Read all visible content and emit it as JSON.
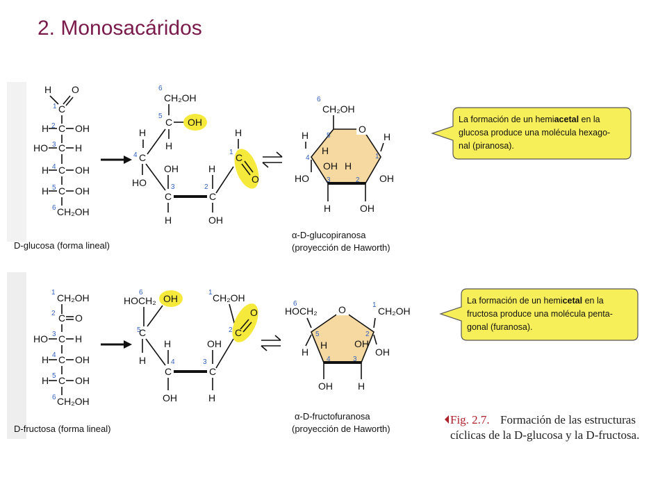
{
  "title": "2. Monosacáridos",
  "glucose": {
    "linear_caption": "D-glucosa (forma lineal)",
    "cyclic_caption_1": "α-D-glucopiranosa",
    "cyclic_caption_2": "(proyección de Haworth)",
    "note_lines": [
      [
        "La formación de un hemi",
        "acetal",
        " en la"
      ],
      [
        "glucosa produce una molécula hexago-"
      ],
      [
        "nal (piranosa)."
      ]
    ]
  },
  "fructose": {
    "linear_caption": "D-fructosa (forma lineal)",
    "cyclic_caption_1": "α-D-fructofuranosa",
    "cyclic_caption_2": "(proyección de Haworth)",
    "note_lines": [
      [
        "La formación de un hemi",
        "cetal",
        " en la"
      ],
      [
        "fructosa produce una molécula penta-"
      ],
      [
        "gonal (furanosa)."
      ]
    ]
  },
  "figure": {
    "label": "Fig. 2.7.",
    "caption_line_1": "Formación de las estructuras",
    "caption_line_2": "cíclicas de la D-glucosa y la D-fructosa."
  },
  "colors": {
    "title": "#7a1a4a",
    "highlight": "#f5ea3c",
    "ring_fill": "#f6d9a0",
    "note_fill": "#f7ef5a",
    "number": "#3060c0",
    "fig_label": "#b0202a"
  },
  "atoms": {
    "H": "H",
    "O": "O",
    "C": "C",
    "OH": "OH",
    "HO": "HO",
    "CH2OH": "CH₂OH",
    "HOCH2": "HOCH₂",
    "n1": "1",
    "n2": "2",
    "n3": "3",
    "n4": "4",
    "n5": "5",
    "n6": "6"
  }
}
